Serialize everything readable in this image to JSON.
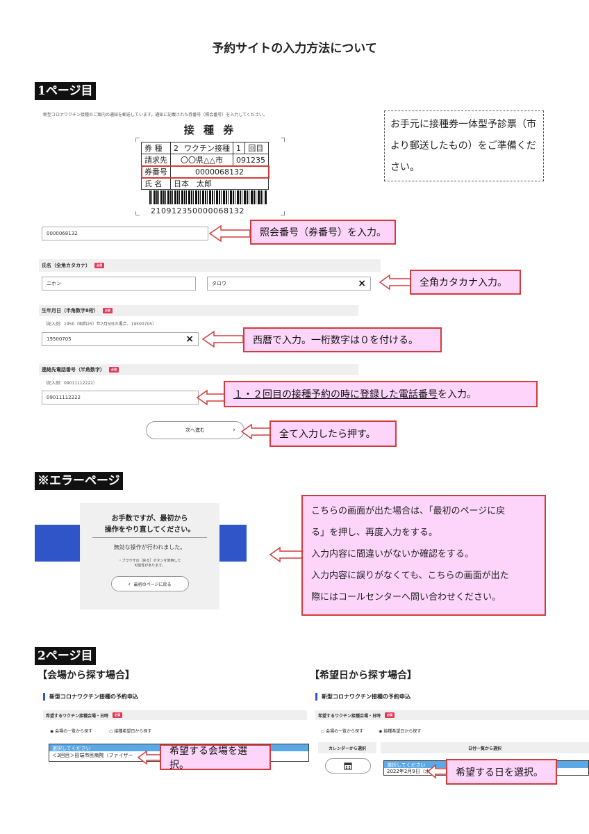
{
  "title": "予約サイトの入力方法について",
  "page1": {
    "heading": "1ページ目",
    "intro_note": "新型コロナワクチン接種のご案内の通知を郵送しています。通知に記載された券番号（照会番号）を入力してください。",
    "ticket": {
      "title": "接 種 券",
      "row1_label": "券 種",
      "row1_num": "2",
      "row1_value": "ワクチン接種",
      "row1_count": "1",
      "row1_suffix": "回目",
      "row2_label": "請求先",
      "row2_value": "〇〇県△△市",
      "row2_code": "091235",
      "row3_label": "券番号",
      "row3_value": "0000068132",
      "row4_label": "氏 名",
      "row4_value": "日本　太郎",
      "barcode_number": "210912350000068132"
    },
    "info_box": "お手元に接種券一体型予診票（市より郵送したもの）をご準備ください。",
    "ticket_input_value": "0000068132",
    "ticket_callout": "照会番号（券番号）を入力。",
    "name_label": "氏名（全角カタカナ）",
    "required_badge": "必須",
    "name_last": "ニホン",
    "name_first": "タロウ",
    "name_callout": "全角カタカナ入力。",
    "birth_label": "生年月日（半角数字8桁）",
    "birth_example": "（記入例：1950（昭和25）年7月5日の場合、19500705）",
    "birth_value": "19500705",
    "birth_callout": "西暦で入力。一桁数字は０を付ける。",
    "phone_label": "連絡先電話番号（半角数字）",
    "phone_example": "（記入例：09011112222）",
    "phone_value": "09011112222",
    "phone_callout_underlined": "１・２回目の接種予約の時に登録した電話番号",
    "phone_callout_rest": "を入力。",
    "next_button": "次へ進む",
    "next_callout": "全て入力したら押す。",
    "clear_symbol": "×"
  },
  "error_page": {
    "heading": "※エラーページ",
    "dialog_title_1": "お手数ですが、最初から",
    "dialog_title_2": "操作をやり直してください。",
    "dialog_message": "無効な操作が行われました。",
    "dialog_hint_1": "・ブラウザの［戻る］ボタンを使用した",
    "dialog_hint_2": "可能性があります。",
    "back_button": "最初のページに戻る",
    "explanation_1": "こちらの画面が出た場合は、「最初のページに戻",
    "explanation_2": "る」を押し、再度入力をする。",
    "explanation_3": "入力内容に間違いがないか確認をする。",
    "explanation_4": "入力内容に誤りがなくても、こちらの画面が出た",
    "explanation_5": "際にはコールセンターへ問い合わせください。"
  },
  "page2": {
    "heading": "2ページ目",
    "left": {
      "subheading": "【会場から探す場合】",
      "site_title": "新型コロナワクチン接種の予約申込",
      "field_label": "希望するワクチン接種会場・日時",
      "radio1": "会場の一覧から探す",
      "radio2": "接種希望日から探す",
      "select_placeholder": "選択してください",
      "select_option": "＜3回目＞田端市民病院（ファイザー",
      "callout": "希望する会場を選択。"
    },
    "right": {
      "subheading": "【希望日から探す場合】",
      "site_title": "新型コロナワクチン接種の予約申込",
      "field_label": "希望するワクチン接種会場・日時",
      "radio1": "会場の一覧から探す",
      "radio2": "接種希望日から探す",
      "calendar_label": "カレンダーから選択",
      "list_label": "日付一覧から選択",
      "select_placeholder": "選択してください",
      "select_option": "2022年2月9日（水）",
      "callout": "希望する日を選択。"
    }
  },
  "colors": {
    "callout_bg": "#fdd5fb",
    "callout_border": "#d23b3b",
    "blue_panel": "#2f55c8",
    "select_highlight": "#5aa9e6"
  }
}
